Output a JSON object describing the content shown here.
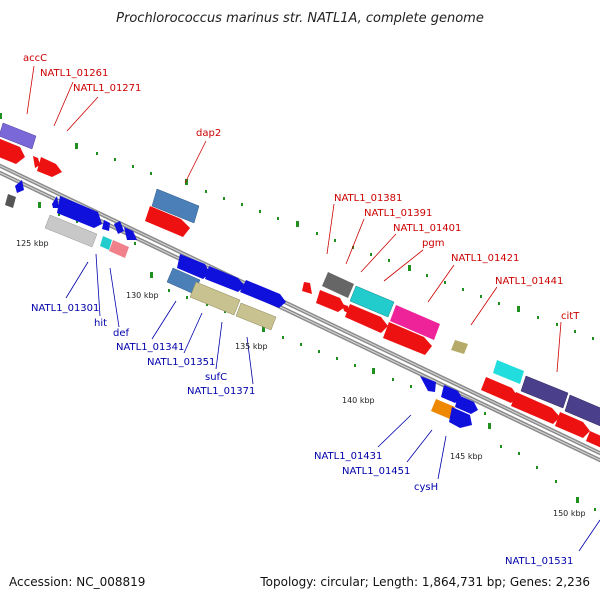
{
  "title": "Prochlorococcus marinus str. NATL1A, complete genome",
  "footer": {
    "accession": "Accession: NC_008819",
    "summary": "Topology: circular; Length: 1,864,731 bp; Genes: 2,236"
  },
  "colors": {
    "forward_label": "#cc0000",
    "reverse_label": "#0000aa",
    "backbone": "#8c8c8c",
    "tick": "#1f8f1f"
  },
  "scale_labels": [
    "125 kbp",
    "130 kbp",
    "135 kbp",
    "140 kbp",
    "145 kbp",
    "150 kbp"
  ],
  "forward_labels": [
    "accC",
    "NATL1_01261",
    "NATL1_01271",
    "dap2",
    "NATL1_01381",
    "NATL1_01391",
    "NATL1_01401",
    "pgm",
    "NATL1_01421",
    "NATL1_01441",
    "citT"
  ],
  "reverse_labels": [
    "NATL1_01301",
    "hit",
    "def",
    "NATL1_01341",
    "NATL1_01351",
    "sufC",
    "NATL1_01371",
    "NATL1_01431",
    "NATL1_01451",
    "cysH",
    "NATL1_01531"
  ]
}
